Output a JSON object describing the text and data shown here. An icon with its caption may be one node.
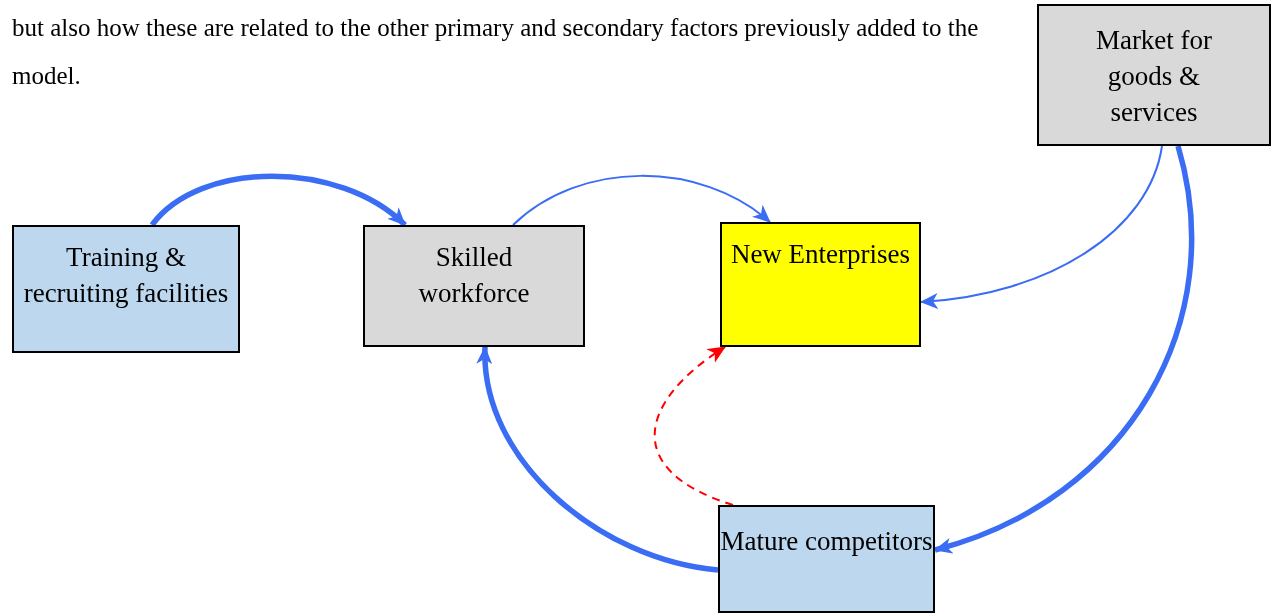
{
  "diagram": {
    "nodes": [
      {
        "text": [
          "Training & recruiting facilities"
        ]
      },
      {
        "text": [
          "Skilled workforce"
        ]
      },
      {
        "text": [
          "New Enterprises"
        ]
      },
      {
        "text": [
          "Mature competitors"
        ]
      },
      {
        "text": [
          "Market for goods & services"
        ]
      }
    ],
    "edges": [
      {
        "from": 0,
        "to": 1,
        "arrow": "to",
        "style": "thick"
      },
      {
        "from": 1,
        "to": 2,
        "arrow": "to"
      },
      {
        "from": 4,
        "to": 2,
        "arrow": "to"
      },
      {
        "from": 4,
        "to": 3,
        "arrow": "to",
        "style": "thick"
      },
      {
        "from": 3,
        "to": 1,
        "arrow": "to",
        "style": "thick"
      },
      {
        "from": 3,
        "to": 2,
        "arrow": "to",
        "style": "dashed",
        "color": "#ff0000"
      }
    ],
    "labels": [
      "but also how these are related to the other primary and secondary factors previously added to the model."
    ]
  }
}
